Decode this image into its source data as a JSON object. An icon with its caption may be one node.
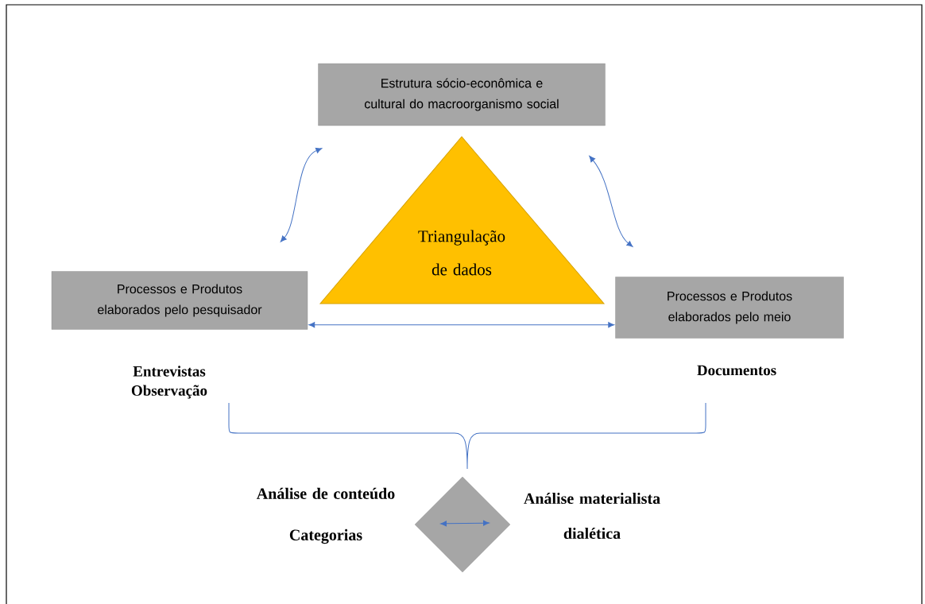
{
  "diagram": {
    "nodes": [
      {
        "text": [
          "Estrutura sócio-econômica e cultural do macroorganismo social"
        ]
      },
      {
        "text": [
          "Triangulação de dados"
        ]
      },
      {
        "text": [
          "Processos e Produtos elaborados pelo pesquisador"
        ],
        "beside": [
          "Entrevistas",
          "Observação"
        ]
      },
      {
        "text": [
          "Processos e Produtos elaborados pelo meio"
        ],
        "beside": [
          "Documentos"
        ]
      },
      {
        "text": [
          "Análise de conteúdo",
          "Categorias"
        ]
      },
      {
        "text": [],
        "shape": "diamond"
      },
      {
        "text": [
          "Análise materialista dialética"
        ]
      }
    ],
    "edges": [
      {
        "from": 0,
        "to": 2,
        "arrow": "both"
      },
      {
        "from": 0,
        "to": 3,
        "arrow": "both"
      },
      {
        "from": 2,
        "to": 3,
        "arrow": "both"
      }
    ]
  }
}
